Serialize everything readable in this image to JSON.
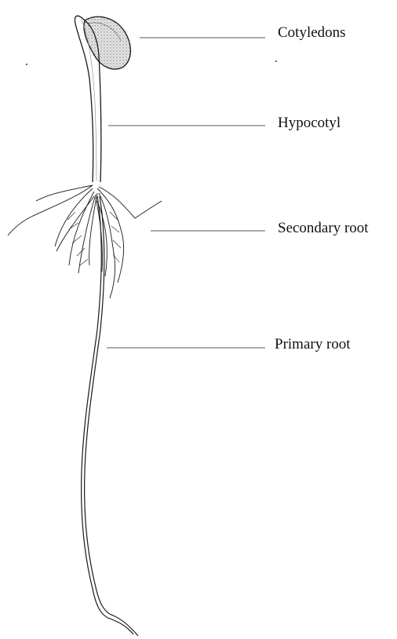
{
  "diagram": {
    "labels": [
      {
        "id": "cotyledons",
        "text": "Cotyledons"
      },
      {
        "id": "hypocotyl",
        "text": "Hypocotyl"
      },
      {
        "id": "secondary-root",
        "text": "Secondary root"
      },
      {
        "id": "primary-root",
        "text": "Primary root"
      }
    ]
  },
  "colors": {
    "background": "#ffffff",
    "stroke": "#1a1a1a",
    "leader": "#555555",
    "cotyledon_fill": "#d9d9d9"
  }
}
